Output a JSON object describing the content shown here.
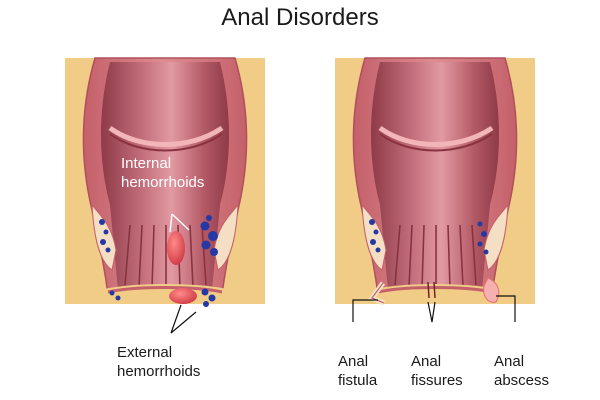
{
  "title": "Anal Disorders",
  "left_panel": {
    "internal_label": [
      "Internal",
      "hemorrhoids"
    ],
    "external_label": [
      "External",
      "hemorrhoids"
    ]
  },
  "right_panel": {
    "fistula_label": [
      "Anal",
      "fistula"
    ],
    "fissures_label": [
      "Anal",
      "fissures"
    ],
    "abscess_label": [
      "Anal",
      "abscess"
    ]
  },
  "colors": {
    "tissue": "#f1cc86",
    "muscle": "#d2757a",
    "lumen": "#a44a55",
    "hemorrhoid": "#e0505a",
    "vessel": "#2538a4"
  }
}
